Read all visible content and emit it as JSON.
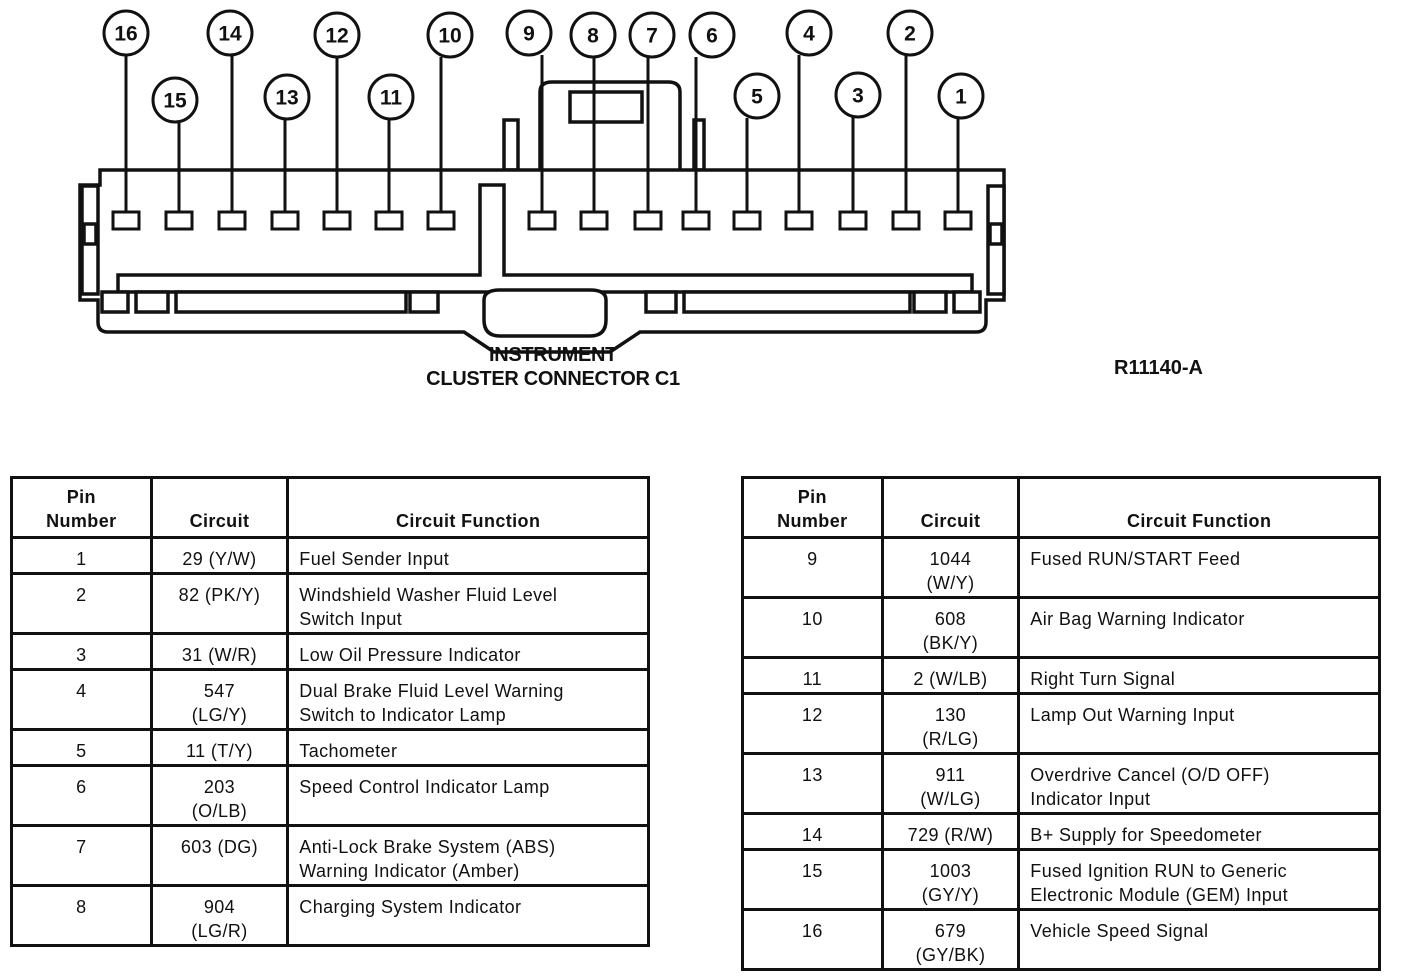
{
  "diagram": {
    "caption_line1": "INSTRUMENT",
    "caption_line2": "CLUSTER CONNECTOR C1",
    "reference_id": "R11140-A",
    "pin_labels": [
      "16",
      "15",
      "14",
      "13",
      "12",
      "11",
      "10",
      "9",
      "8",
      "7",
      "6",
      "5",
      "4",
      "3",
      "2",
      "1"
    ]
  },
  "table_headers": {
    "pin": [
      "Pin",
      "Number"
    ],
    "circuit": "Circuit",
    "function": "Circuit Function"
  },
  "left_table": [
    {
      "pin": "1",
      "circuit": [
        "29 (Y/W)"
      ],
      "function": [
        "Fuel Sender Input"
      ]
    },
    {
      "pin": "2",
      "circuit": [
        "82 (PK/Y)"
      ],
      "function": [
        "Windshield Washer Fluid Level",
        "Switch Input"
      ]
    },
    {
      "pin": "3",
      "circuit": [
        "31 (W/R)"
      ],
      "function": [
        "Low Oil Pressure Indicator"
      ]
    },
    {
      "pin": "4",
      "circuit": [
        "547",
        "(LG/Y)"
      ],
      "function": [
        "Dual Brake Fluid Level Warning",
        "Switch to Indicator Lamp"
      ]
    },
    {
      "pin": "5",
      "circuit": [
        "11 (T/Y)"
      ],
      "function": [
        "Tachometer"
      ]
    },
    {
      "pin": "6",
      "circuit": [
        "203",
        "(O/LB)"
      ],
      "function": [
        "Speed Control Indicator Lamp"
      ]
    },
    {
      "pin": "7",
      "circuit": [
        "603 (DG)"
      ],
      "function": [
        "Anti-Lock Brake System (ABS)",
        "Warning Indicator (Amber)"
      ]
    },
    {
      "pin": "8",
      "circuit": [
        "904",
        "(LG/R)"
      ],
      "function": [
        "Charging System Indicator"
      ]
    }
  ],
  "right_table": [
    {
      "pin": "9",
      "circuit": [
        "1044",
        "(W/Y)"
      ],
      "function": [
        "Fused RUN/START Feed"
      ]
    },
    {
      "pin": "10",
      "circuit": [
        "608",
        "(BK/Y)"
      ],
      "function": [
        "Air Bag Warning Indicator"
      ]
    },
    {
      "pin": "11",
      "circuit": [
        "2 (W/LB)"
      ],
      "function": [
        "Right Turn Signal"
      ]
    },
    {
      "pin": "12",
      "circuit": [
        "130",
        "(R/LG)"
      ],
      "function": [
        "Lamp Out Warning Input"
      ]
    },
    {
      "pin": "13",
      "circuit": [
        "911",
        "(W/LG)"
      ],
      "function": [
        "Overdrive Cancel (O/D OFF)",
        "Indicator Input"
      ]
    },
    {
      "pin": "14",
      "circuit": [
        "729 (R/W)"
      ],
      "function": [
        "B+ Supply for Speedometer"
      ]
    },
    {
      "pin": "15",
      "circuit": [
        "1003",
        "(GY/Y)"
      ],
      "function": [
        "Fused Ignition RUN to Generic",
        "Electronic Module (GEM) Input"
      ]
    },
    {
      "pin": "16",
      "circuit": [
        "679",
        "(GY/BK)"
      ],
      "function": [
        "Vehicle Speed Signal"
      ]
    }
  ]
}
